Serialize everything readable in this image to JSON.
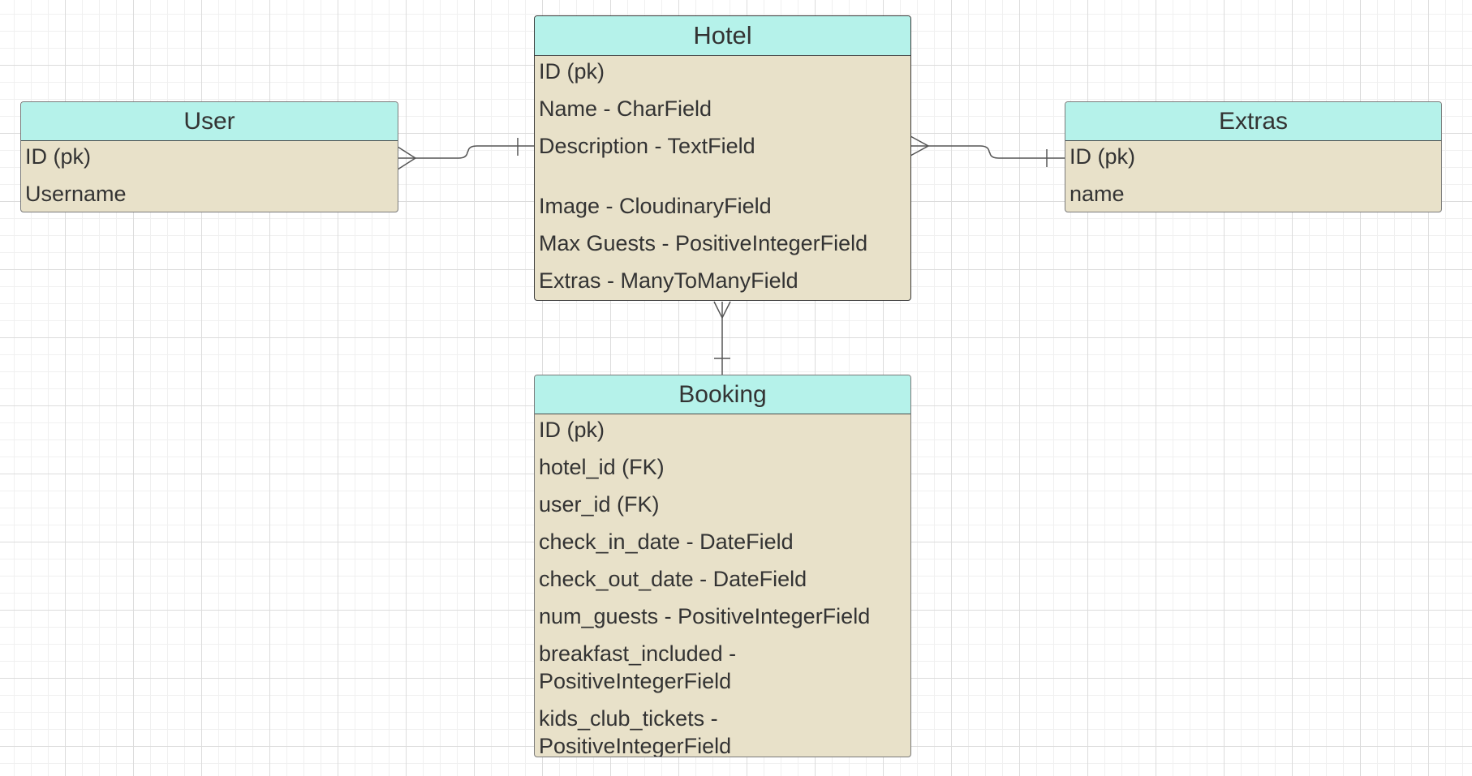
{
  "entities": {
    "user": {
      "title": "User",
      "fields": [
        "ID (pk)",
        "Username"
      ]
    },
    "hotel": {
      "title": "Hotel",
      "fields": [
        "ID (pk)",
        "Name - CharField",
        "Description - TextField",
        "Image - CloudinaryField",
        "Max Guests - PositiveIntegerField",
        "Extras - ManyToManyField"
      ]
    },
    "extras": {
      "title": "Extras",
      "fields": [
        "ID (pk)",
        "name"
      ]
    },
    "booking": {
      "title": "Booking",
      "fields": [
        "ID (pk)",
        "hotel_id (FK)",
        "user_id (FK)",
        "check_in_date - DateField",
        "check_out_date - DateField",
        "num_guests - PositiveIntegerField",
        "breakfast_included - PositiveIntegerField",
        "kids_club_tickets - PositiveIntegerField"
      ]
    }
  },
  "relationships": [
    {
      "from": "User",
      "to": "Hotel",
      "from_end": "many",
      "to_end": "one"
    },
    {
      "from": "Hotel",
      "to": "Extras",
      "from_end": "many",
      "to_end": "one"
    },
    {
      "from": "Hotel",
      "to": "Booking",
      "from_end": "many",
      "to_end": "one"
    }
  ],
  "colors": {
    "header": "#b5f2ea",
    "body": "#e8e1c9",
    "border": "#3a3a3a",
    "connector": "#555555"
  }
}
